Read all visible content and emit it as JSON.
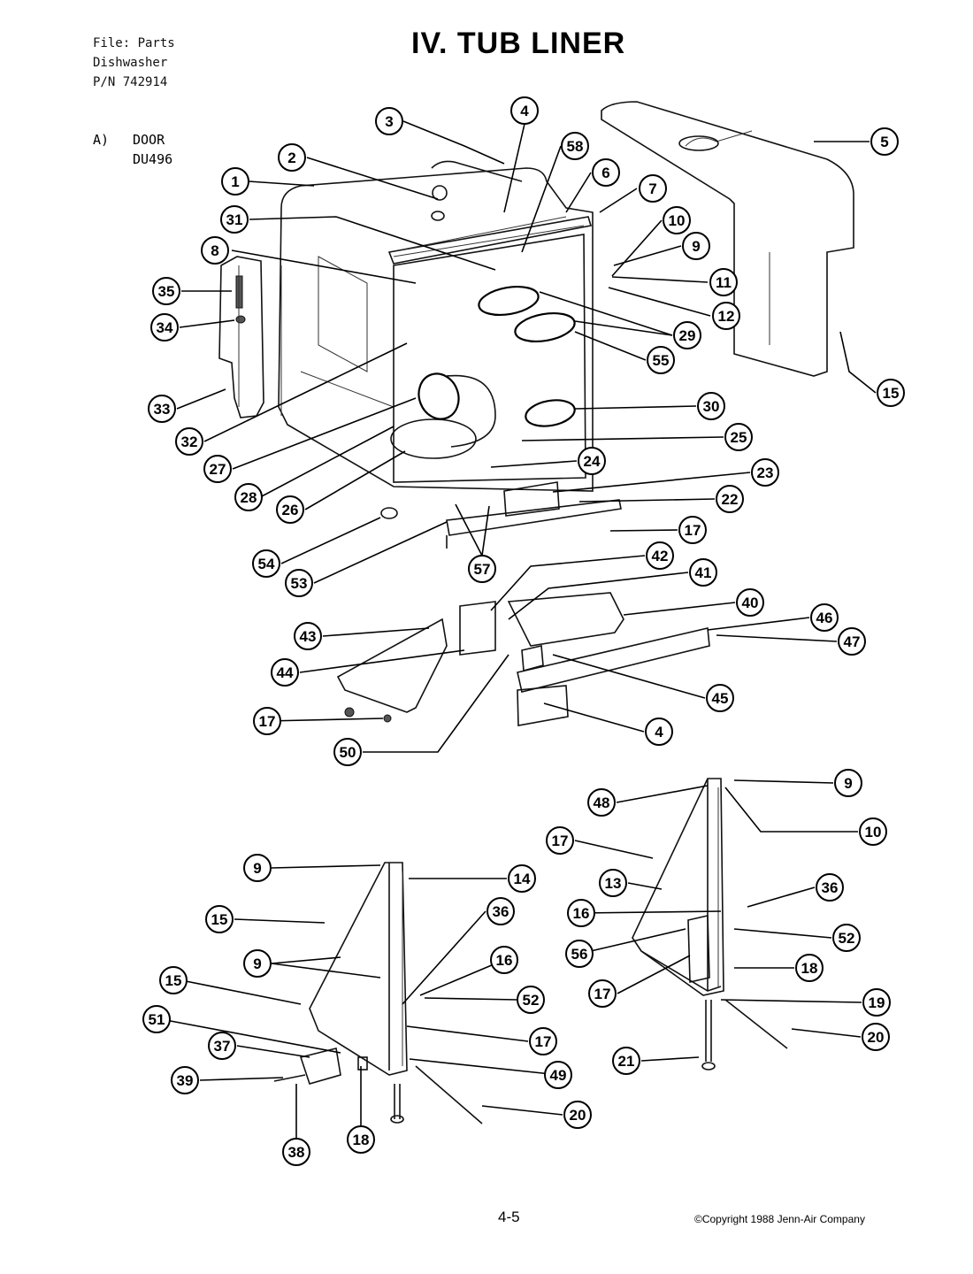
{
  "header": {
    "file_lines": [
      "File: Parts",
      "Dishwasher",
      "P/N 742914"
    ],
    "title": "IV. TUB LINER"
  },
  "section": {
    "label": "A)",
    "lines": [
      "DOOR",
      "DU496"
    ]
  },
  "footer": {
    "page_number": "4-5",
    "copyright": "©Copyright 1988 Jenn-Air Company"
  },
  "callouts": [
    {
      "id": "c1",
      "n": "1"
    },
    {
      "id": "c2",
      "n": "2"
    },
    {
      "id": "c3",
      "n": "3"
    },
    {
      "id": "c4a",
      "n": "4"
    },
    {
      "id": "c5",
      "n": "5"
    },
    {
      "id": "c58",
      "n": "58"
    },
    {
      "id": "c6",
      "n": "6"
    },
    {
      "id": "c7",
      "n": "7"
    },
    {
      "id": "c31",
      "n": "31"
    },
    {
      "id": "c8",
      "n": "8"
    },
    {
      "id": "c10a",
      "n": "10"
    },
    {
      "id": "c9a",
      "n": "9"
    },
    {
      "id": "c11",
      "n": "11"
    },
    {
      "id": "c12",
      "n": "12"
    },
    {
      "id": "c35",
      "n": "35"
    },
    {
      "id": "c34",
      "n": "34"
    },
    {
      "id": "c29",
      "n": "29"
    },
    {
      "id": "c55",
      "n": "55"
    },
    {
      "id": "c33",
      "n": "33"
    },
    {
      "id": "c15a",
      "n": "15"
    },
    {
      "id": "c30",
      "n": "30"
    },
    {
      "id": "c32",
      "n": "32"
    },
    {
      "id": "c27",
      "n": "27"
    },
    {
      "id": "c25",
      "n": "25"
    },
    {
      "id": "c24",
      "n": "24"
    },
    {
      "id": "c28",
      "n": "28"
    },
    {
      "id": "c26",
      "n": "26"
    },
    {
      "id": "c23",
      "n": "23"
    },
    {
      "id": "c22",
      "n": "22"
    },
    {
      "id": "c17a",
      "n": "17"
    },
    {
      "id": "c54",
      "n": "54"
    },
    {
      "id": "c53",
      "n": "53"
    },
    {
      "id": "c57",
      "n": "57"
    },
    {
      "id": "c42",
      "n": "42"
    },
    {
      "id": "c41",
      "n": "41"
    },
    {
      "id": "c40",
      "n": "40"
    },
    {
      "id": "c46",
      "n": "46"
    },
    {
      "id": "c43",
      "n": "43"
    },
    {
      "id": "c47",
      "n": "47"
    },
    {
      "id": "c44",
      "n": "44"
    },
    {
      "id": "c45",
      "n": "45"
    },
    {
      "id": "c17b",
      "n": "17"
    },
    {
      "id": "c4b",
      "n": "4"
    },
    {
      "id": "c50",
      "n": "50"
    },
    {
      "id": "c9b",
      "n": "9"
    },
    {
      "id": "c48",
      "n": "48"
    },
    {
      "id": "c10b",
      "n": "10"
    },
    {
      "id": "c17c",
      "n": "17"
    },
    {
      "id": "c13",
      "n": "13"
    },
    {
      "id": "c9c",
      "n": "9"
    },
    {
      "id": "c14",
      "n": "14"
    },
    {
      "id": "c36a",
      "n": "36"
    },
    {
      "id": "c36b",
      "n": "36"
    },
    {
      "id": "c15b",
      "n": "15"
    },
    {
      "id": "c16a",
      "n": "16"
    },
    {
      "id": "c52a",
      "n": "52"
    },
    {
      "id": "c56",
      "n": "56"
    },
    {
      "id": "c9d",
      "n": "9"
    },
    {
      "id": "c16b",
      "n": "16"
    },
    {
      "id": "c18a",
      "n": "18"
    },
    {
      "id": "c15c",
      "n": "15"
    },
    {
      "id": "c52b",
      "n": "52"
    },
    {
      "id": "c17d",
      "n": "17"
    },
    {
      "id": "c51",
      "n": "51"
    },
    {
      "id": "c17e",
      "n": "17"
    },
    {
      "id": "c19",
      "n": "19"
    },
    {
      "id": "c37",
      "n": "37"
    },
    {
      "id": "c20a",
      "n": "20"
    },
    {
      "id": "c49",
      "n": "49"
    },
    {
      "id": "c21",
      "n": "21"
    },
    {
      "id": "c39",
      "n": "39"
    },
    {
      "id": "c20b",
      "n": "20"
    },
    {
      "id": "c38",
      "n": "38"
    },
    {
      "id": "c18b",
      "n": "18"
    }
  ]
}
